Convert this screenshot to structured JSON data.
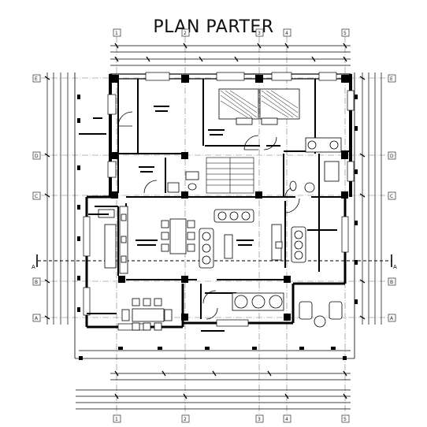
{
  "title": "PLAN PARTER",
  "grid_axes": {
    "columns": [
      "1",
      "2",
      "3",
      "4",
      "5"
    ],
    "rows": [
      "E",
      "D",
      "C",
      "B",
      "A"
    ]
  },
  "section_marker": "A",
  "colors": {
    "line": "#000000",
    "axis": "#555555",
    "background": "#ffffff"
  }
}
